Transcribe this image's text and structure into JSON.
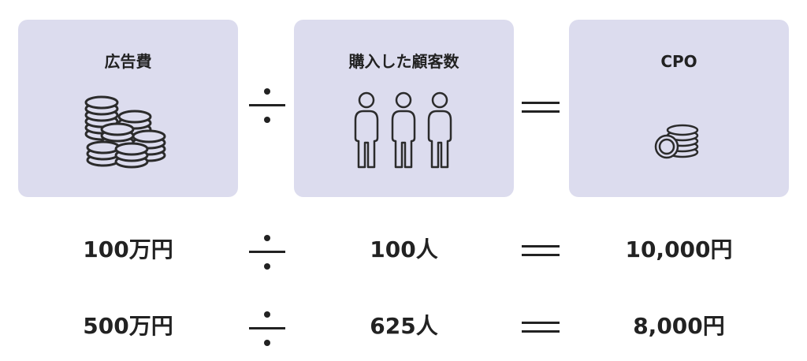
{
  "cards": {
    "ad_cost": {
      "title": "広告費",
      "icon": "coin-stacks-icon"
    },
    "customers": {
      "title": "購入した顧客数",
      "icon": "people-icon"
    },
    "cpo": {
      "title": "CPO",
      "icon": "coin-stack-icon"
    }
  },
  "operators": {
    "divide": "÷",
    "equals": "＝"
  },
  "rows": [
    {
      "ad_cost": "100万円",
      "customers": "100人",
      "cpo": "10,000円"
    },
    {
      "ad_cost": "500万円",
      "customers": "625人",
      "cpo": "8,000円"
    }
  ],
  "colors": {
    "card_background": "#dcdcee",
    "text": "#222222",
    "icon_stroke": "#2b2b2b"
  }
}
